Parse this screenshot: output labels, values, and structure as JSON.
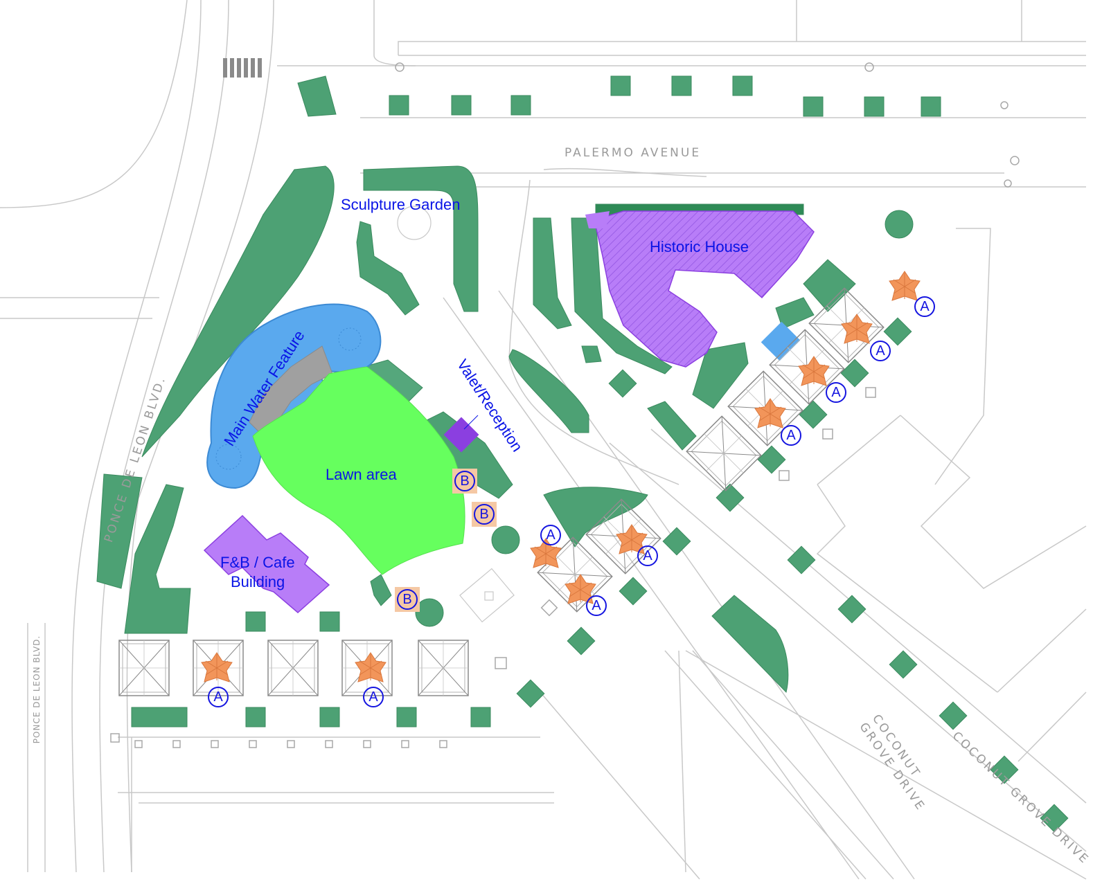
{
  "map": {
    "labels": {
      "sculpture_garden": "Sculpture Garden",
      "historic_house": "Historic House",
      "main_water_feature": "Main Water Feature",
      "valet_reception": "Valet/Reception",
      "lawn_area": "Lawn area",
      "fb_cafe_line1": "F&B / Cafe",
      "fb_cafe_line2": "Building"
    },
    "streets": {
      "palermo": "PALERMO AVENUE",
      "ponce_main": "PONCE DE LEON BLVD.",
      "ponce_small": "PONCE DE LEON BLVD.",
      "coconut_line1": "COCONUT",
      "coconut_line2": "GROVE DRIVE",
      "coconut_grove_drive": "COCONUT GROVE DRIVE"
    },
    "markers": {
      "a": "A",
      "b": "B"
    }
  },
  "colors": {
    "planting": "#4da174",
    "planting_dark": "#2e8a56",
    "water": "#5aa9ee",
    "lawn": "#66ff5e",
    "building": "#b87df8",
    "building_edge": "#8b3fe0",
    "umbrella": "#f2955a",
    "marker_b_fill": "#f5c8a4",
    "label": "#0a14e6",
    "linework": "#bdbdbd"
  },
  "icons": [
    "umbrella-icon",
    "tree-planter-icon",
    "pavilion-icon",
    "roundabout-circle-icon"
  ]
}
